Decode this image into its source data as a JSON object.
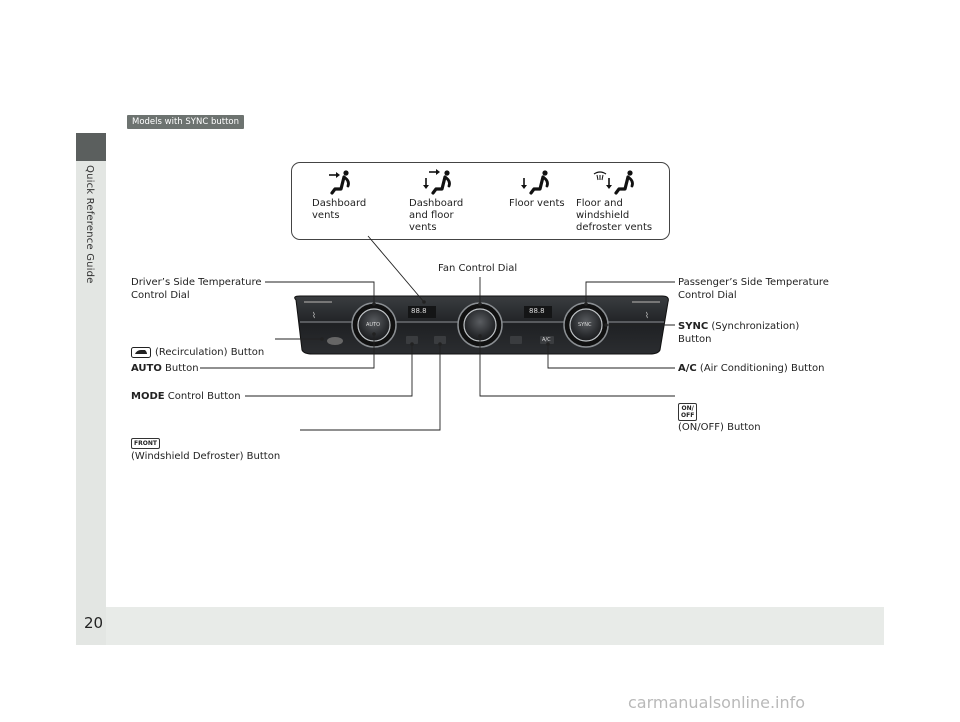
{
  "sidebar": {
    "title": "Quick Reference Guide"
  },
  "page_number": "20",
  "model_badge": "Models with SYNC button",
  "vents": [
    {
      "icon": "dashboard-vents-icon",
      "label": "Dashboard\nvents"
    },
    {
      "icon": "dashboard-and-floor-vents-icon",
      "label": "Dashboard\nand floor\nvents"
    },
    {
      "icon": "floor-vents-icon",
      "label": "Floor vents"
    },
    {
      "icon": "floor-and-windshield-defroster-vents-icon",
      "label": "Floor and\nwindshield\ndefroster vents"
    }
  ],
  "callouts": {
    "driver_temp": "Driver’s Side Temperature\nControl Dial",
    "fan_dial": "Fan Control Dial",
    "passenger_temp": "Passenger’s Side Temperature\nControl Dial",
    "recirculation": "(Recirculation) Button",
    "sync_bold": "SYNC",
    "sync_rest": " (Synchronization)\nButton",
    "auto_bold": "AUTO",
    "auto_rest": " Button",
    "ac_bold": "A/C",
    "ac_rest": " (Air Conditioning) Button",
    "mode_bold": "MODE",
    "mode_rest": " Control Button",
    "onoff": "(ON/OFF) Button",
    "defroster": "(Windshield Defroster) Button"
  },
  "panel": {
    "auto_text": "AUTO",
    "sync_text": "SYNC",
    "ac_text": "A/C",
    "temp_display": "88.8"
  },
  "onoff_icon_text": "ON/\nOFF",
  "defrost_icon_text": "FRONT",
  "watermark": "carmanualsonline.info"
}
